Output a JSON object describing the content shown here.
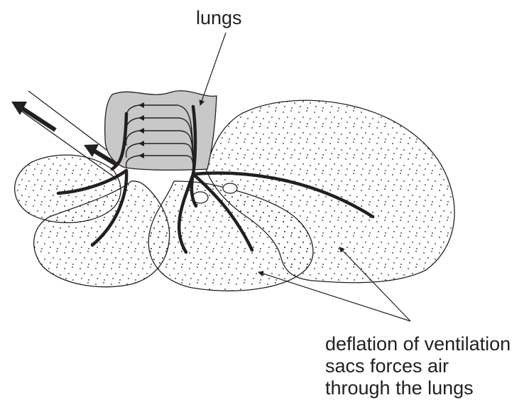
{
  "labels": {
    "lungs": "lungs",
    "deflation_line1": "deflation of ventilation",
    "deflation_line2": "sacs forces air",
    "deflation_line3": "through the lungs"
  },
  "colors": {
    "ink": "#231f20",
    "lung_fill": "#c8c8c8",
    "sac_fill": "#ffffff"
  }
}
